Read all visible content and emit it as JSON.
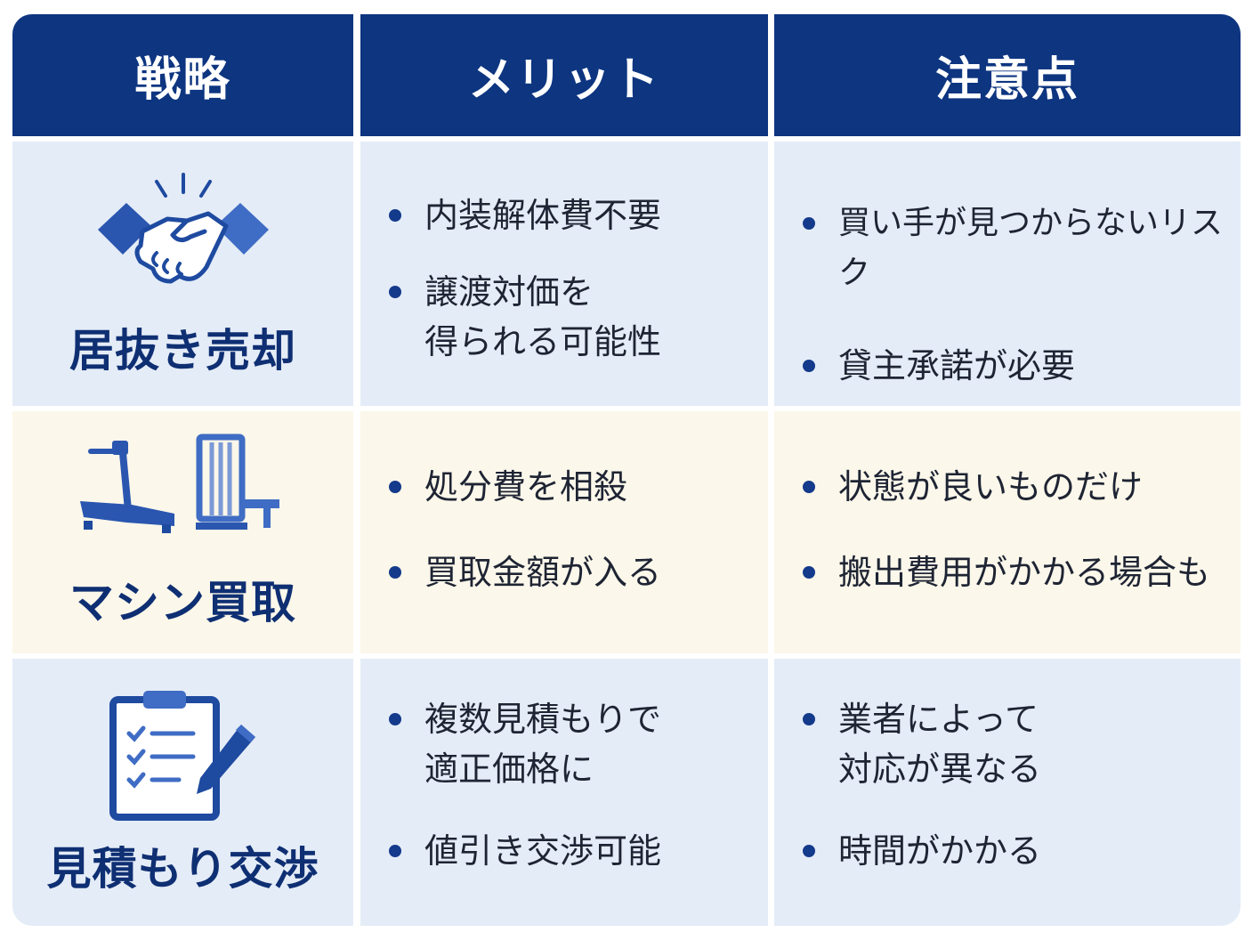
{
  "headers": {
    "strategy": "戦略",
    "merit": "メリット",
    "caution": "注意点"
  },
  "rows": [
    {
      "strategy": "居抜き売却",
      "icon": "handshake-icon",
      "merits": [
        "内装解体費不要",
        "譲渡対価を\n得られる可能性"
      ],
      "cautions": [
        "買い手が見つからないリスク",
        "貸主承諾が必要"
      ]
    },
    {
      "strategy": "マシン買取",
      "icon": "gym-machine-icon",
      "merits": [
        "処分費を相殺",
        "買取金額が入る"
      ],
      "cautions": [
        "状態が良いものだけ",
        "搬出費用がかかる場合も"
      ]
    },
    {
      "strategy": "見積もり交渉",
      "icon": "clipboard-pen-icon",
      "merits": [
        "複数見積もりで\n適正価格に",
        "値引き交渉可能"
      ],
      "cautions": [
        "業者によって\n対応が異なる",
        "時間がかかる"
      ]
    }
  ],
  "colors": {
    "header_bg": "#0d3580",
    "row_blue": "#e4ecf7",
    "row_cream": "#fbf7ea",
    "accent": "#143a8c"
  }
}
